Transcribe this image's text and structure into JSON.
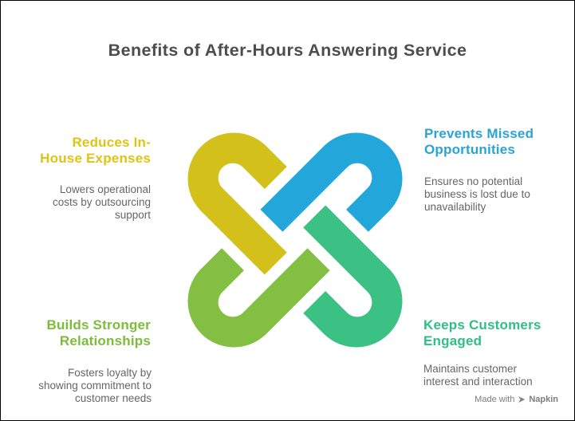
{
  "title": "Benefits of After-Hours Answering Service",
  "benefits": {
    "top_left": {
      "heading": "Reduces In-\nHouse Expenses",
      "description": "Lowers operational\ncosts by outsourcing\nsupport",
      "heading_color": "#dfc414"
    },
    "top_right": {
      "heading": "Prevents Missed\nOpportunities",
      "description": "Ensures no potential\nbusiness is lost due to\nunavailability",
      "heading_color": "#29a3d8"
    },
    "bottom_left": {
      "heading": "Builds Stronger\nRelationships",
      "description": "Fosters loyalty by\nshowing commitment to\ncustomer needs",
      "heading_color": "#7dbc3b"
    },
    "bottom_right": {
      "heading": "Keeps Customers\nEngaged",
      "description": "Maintains customer\ninterest and interaction",
      "heading_color": "#2fbe85"
    }
  },
  "knot": {
    "colors": {
      "top_left": "#d3c01a",
      "top_right": "#23a7db",
      "bottom_right": "#3bc183",
      "bottom_left": "#82bf43"
    },
    "outline_color": "#ffffff"
  },
  "text_colors": {
    "title": "#4d4d4d",
    "body": "#666666",
    "badge": "#7e7e7e"
  },
  "badge": {
    "prefix": "Made with",
    "brand": "Napkin"
  }
}
